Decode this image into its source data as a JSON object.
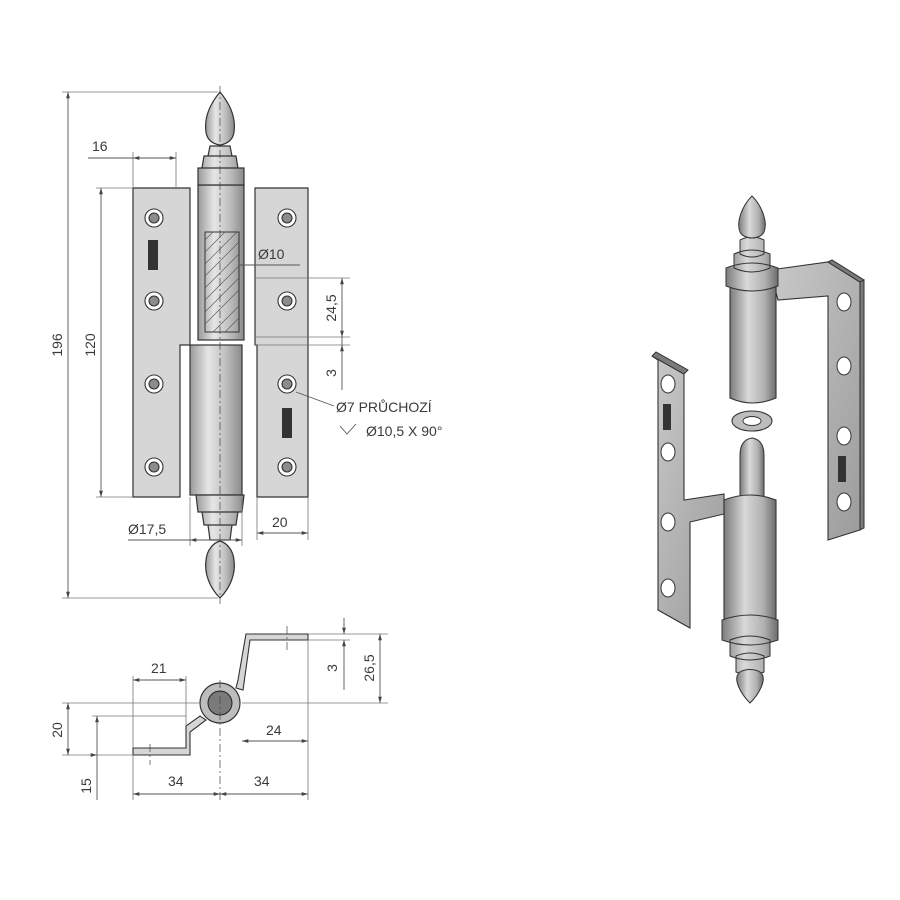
{
  "front_view": {
    "dim_total_height": "196",
    "dim_leaf_height": "120",
    "dim_leaf_offset": "16",
    "dim_pin_diameter": "Ø10",
    "dim_hole_pitch": "24,5",
    "dim_gap": "3",
    "dim_barrel_diameter": "Ø17,5",
    "dim_leaf_width": "20",
    "note_hole": "Ø7 PRŮCHOZÍ",
    "note_countersink": "Ø10,5 X 90°"
  },
  "top_view": {
    "dim_offset_left": "21",
    "dim_offset_right": "24",
    "dim_width_left": "34",
    "dim_width_right": "34",
    "dim_height_20": "20",
    "dim_height_15": "15",
    "dim_step_3": "3",
    "dim_height_26_5": "26,5"
  },
  "colors": {
    "plate_fill": "#d6d6d6",
    "barrel_fill": "#c4c4c4",
    "line": "#333333",
    "iso_metal": "#a8a8a8"
  },
  "icons": [
    "arrowhead-icon",
    "stamp-mark-icon",
    "countersink-icon"
  ]
}
